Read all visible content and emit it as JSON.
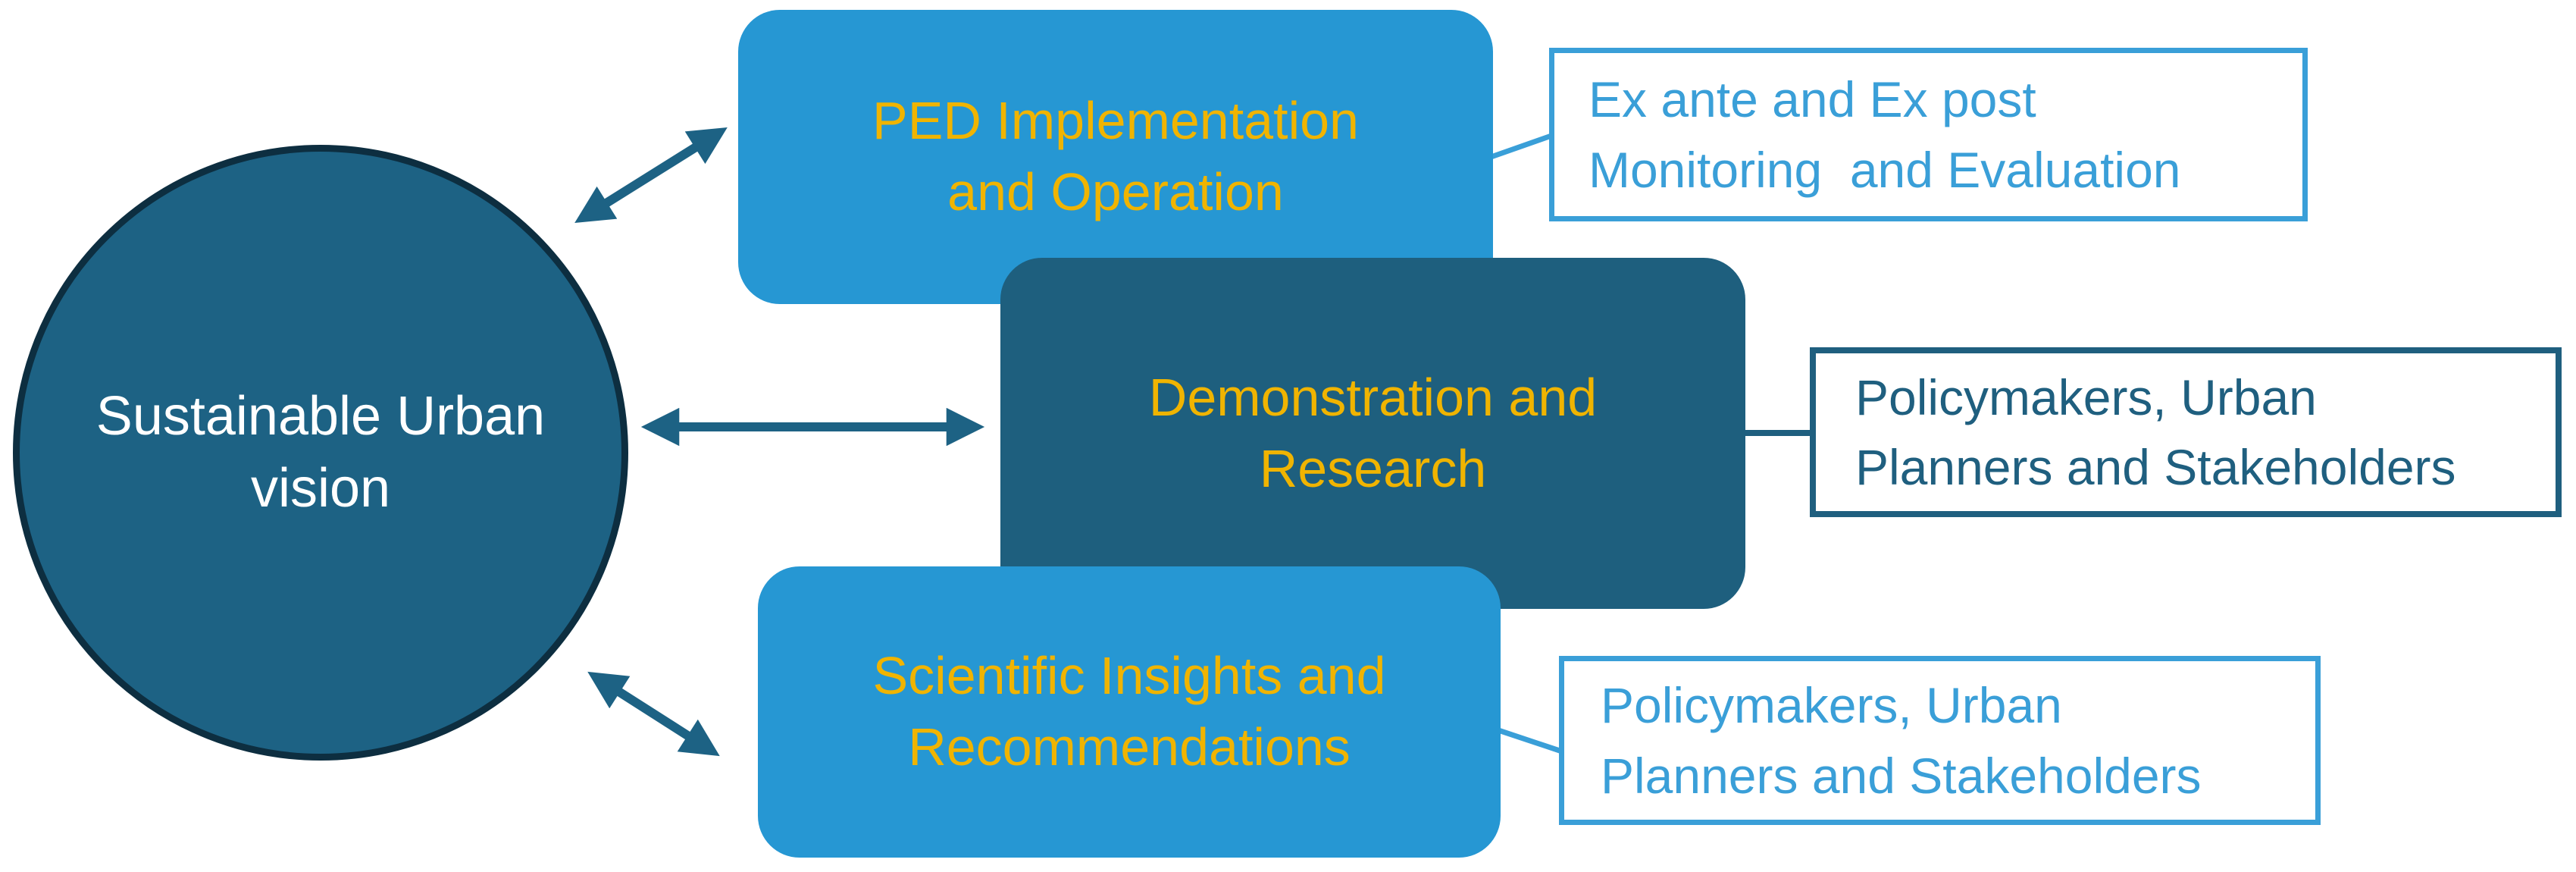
{
  "colors": {
    "light_blue_fill": "#2697D3",
    "dark_teal_fill": "#1E5F7E",
    "circle_fill": "#1D6284",
    "circle_border": "#0D2E40",
    "gold_text": "#F0B400",
    "white_text": "#FFFFFF",
    "outline_light_blue": "#3A9FD8",
    "outline_dark_teal": "#1F5F7F",
    "arrow_color": "#1D6284"
  },
  "diagram": {
    "circle": {
      "line1": "Sustainable Urban",
      "line2": "vision"
    },
    "node_ped": {
      "line1": "PED Implementation",
      "line2": "and Operation"
    },
    "node_demo": {
      "line1": "Demonstration and",
      "line2": "Research"
    },
    "node_sci": {
      "line1": "Scientific Insights and",
      "line2": "Recommendations"
    },
    "note_monitoring": {
      "line1": "Ex ante and Ex post",
      "line2": "Monitoring  and Evaluation"
    },
    "note_policy_mid": {
      "line1": "Policymakers, Urban",
      "line2": "Planners and Stakeholders"
    },
    "note_policy_bottom": {
      "line1": "Policymakers, Urban",
      "line2": "Planners and Stakeholders"
    }
  }
}
